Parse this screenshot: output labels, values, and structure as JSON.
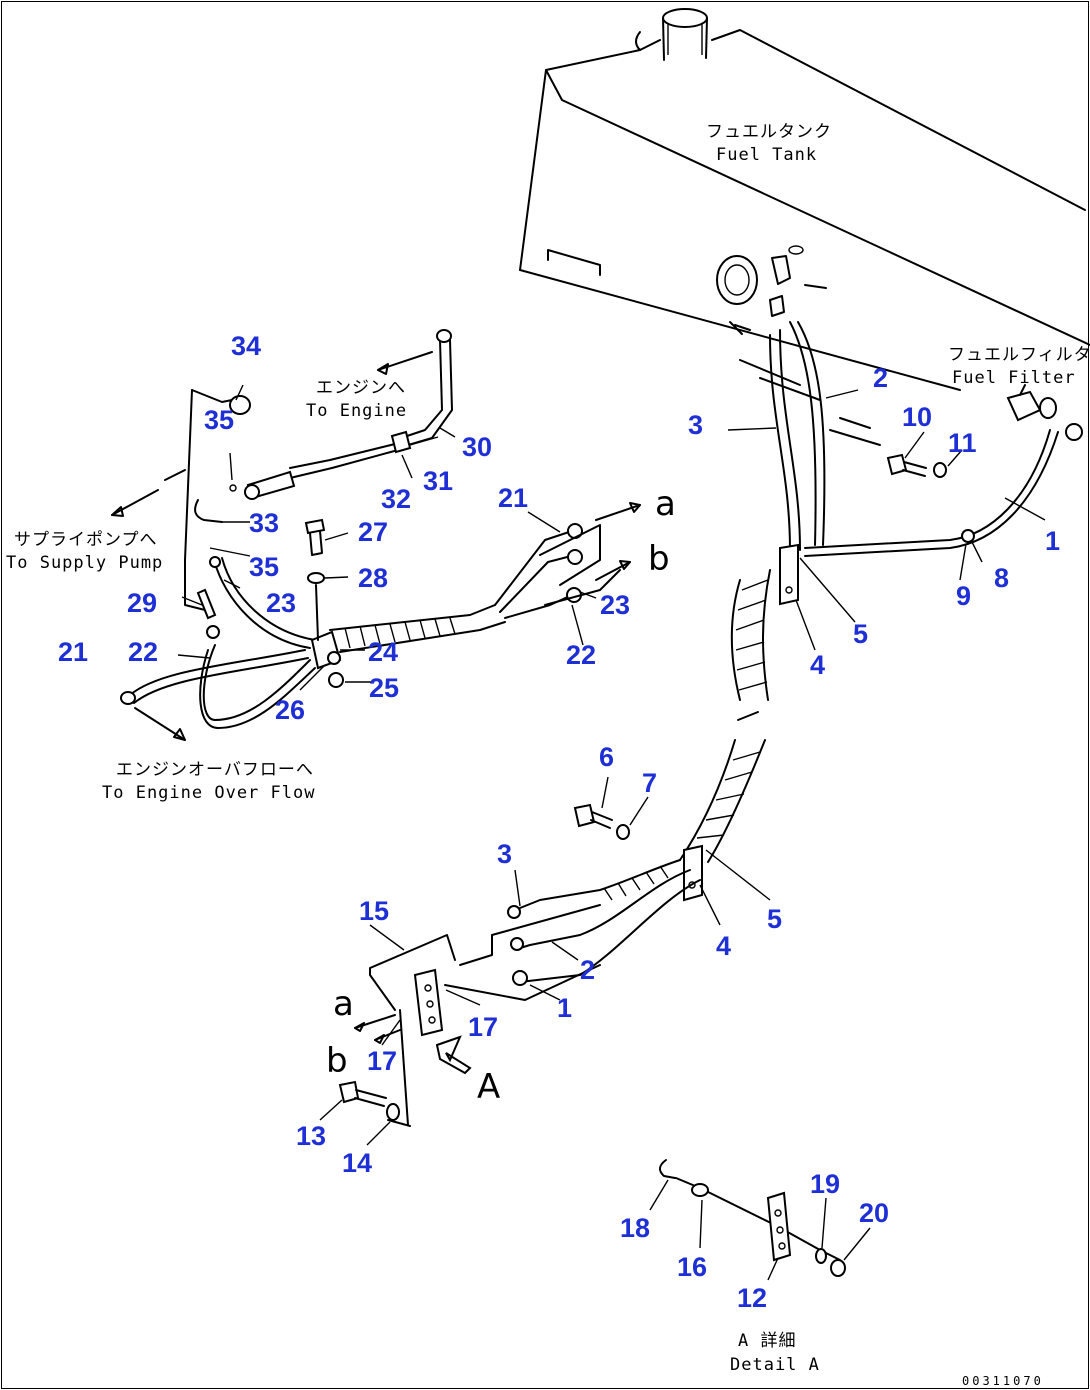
{
  "labels": {
    "fuel_tank_jp": "フュエルタンク",
    "fuel_tank_en": "Fuel Tank",
    "fuel_filter_jp": "フュエルフィルタ",
    "fuel_filter_en": "Fuel Filter",
    "to_engine_jp": "エンジンへ",
    "to_engine_en": "To Engine",
    "to_supply_pump_jp": "サプライポンプへ",
    "to_supply_pump_en": "To Supply Pump",
    "to_overflow_jp": "エンジンオーバフローへ",
    "to_overflow_en": "To Engine Over Flow",
    "detail_jp": "A 詳細",
    "detail_en": "Detail A",
    "view_a": "A",
    "conn_a_top": "a",
    "conn_b_top": "b",
    "conn_a_bottom": "a",
    "conn_b_bottom": "b",
    "drawing_code": "00311070"
  },
  "parts": [
    {
      "n": "34"
    },
    {
      "n": "35"
    },
    {
      "n": "33"
    },
    {
      "n": "35"
    },
    {
      "n": "30"
    },
    {
      "n": "31"
    },
    {
      "n": "32"
    },
    {
      "n": "27"
    },
    {
      "n": "28"
    },
    {
      "n": "21"
    },
    {
      "n": "23"
    },
    {
      "n": "22"
    },
    {
      "n": "29"
    },
    {
      "n": "23"
    },
    {
      "n": "21"
    },
    {
      "n": "22"
    },
    {
      "n": "24"
    },
    {
      "n": "25"
    },
    {
      "n": "26"
    },
    {
      "n": "2"
    },
    {
      "n": "3"
    },
    {
      "n": "10"
    },
    {
      "n": "11"
    },
    {
      "n": "1"
    },
    {
      "n": "8"
    },
    {
      "n": "9"
    },
    {
      "n": "5"
    },
    {
      "n": "4"
    },
    {
      "n": "6"
    },
    {
      "n": "7"
    },
    {
      "n": "3"
    },
    {
      "n": "5"
    },
    {
      "n": "4"
    },
    {
      "n": "15"
    },
    {
      "n": "2"
    },
    {
      "n": "1"
    },
    {
      "n": "17"
    },
    {
      "n": "17"
    },
    {
      "n": "13"
    },
    {
      "n": "14"
    },
    {
      "n": "19"
    },
    {
      "n": "20"
    },
    {
      "n": "18"
    },
    {
      "n": "16"
    },
    {
      "n": "12"
    }
  ],
  "colors": {
    "callout": "#1f2fd6",
    "line": "#000000",
    "background": "#ffffff"
  }
}
